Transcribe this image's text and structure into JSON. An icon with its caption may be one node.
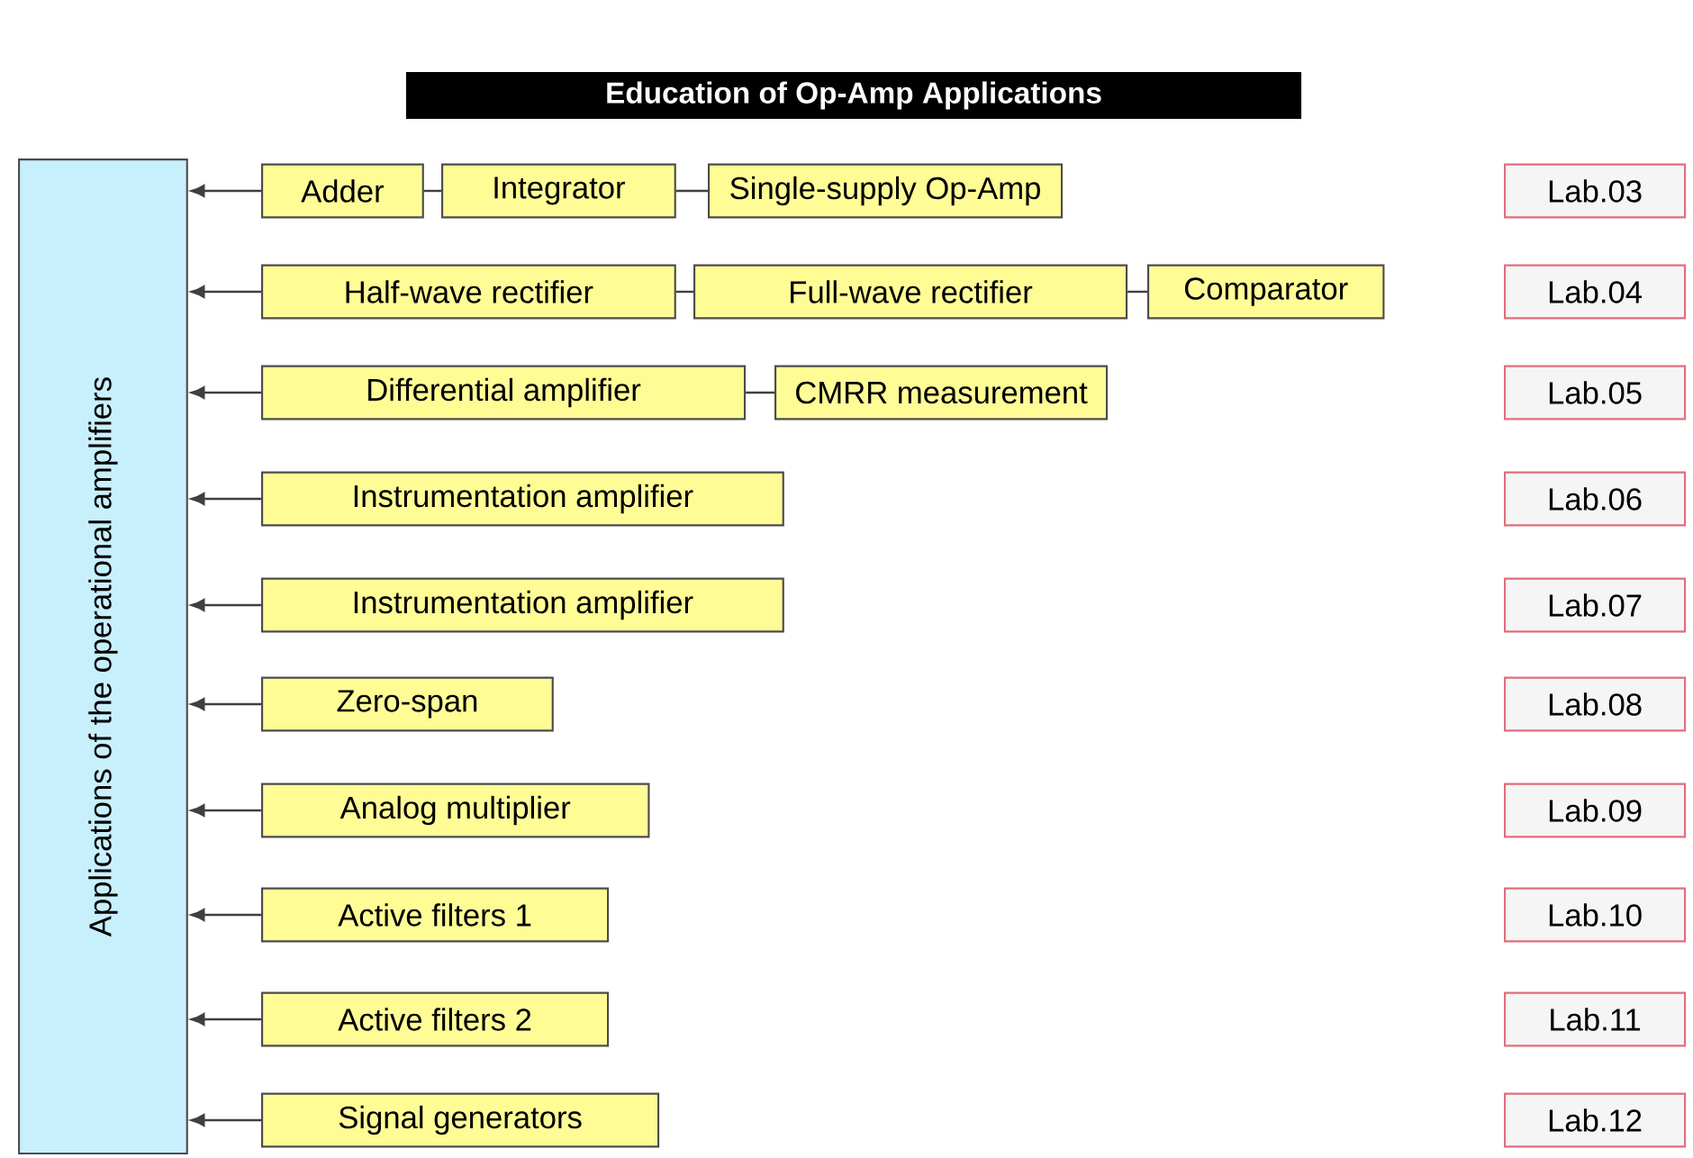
{
  "diagram": {
    "title": "Education of Op-Amp Applications",
    "nodes": [
      {
        "text": [
          "Applications of the operational amplifiers"
        ]
      },
      {
        "text": [
          "Adder"
        ]
      },
      {
        "text": [
          "Integrator"
        ]
      },
      {
        "text": [
          "Single-supply Op-Amp"
        ]
      },
      {
        "text": [
          "Lab.03"
        ]
      },
      {
        "text": [
          "Half-wave rectifier"
        ]
      },
      {
        "text": [
          "Full-wave rectifier"
        ]
      },
      {
        "text": [
          "Comparator"
        ]
      },
      {
        "text": [
          "Lab.04"
        ]
      },
      {
        "text": [
          "Differential amplifier"
        ]
      },
      {
        "text": [
          "CMRR measurement"
        ]
      },
      {
        "text": [
          "Lab.05"
        ]
      },
      {
        "text": [
          "Instrumentation amplifier"
        ]
      },
      {
        "text": [
          "Lab.06"
        ]
      },
      {
        "text": [
          "Instrumentation amplifier"
        ]
      },
      {
        "text": [
          "Lab.07"
        ]
      },
      {
        "text": [
          "Zero-span"
        ]
      },
      {
        "text": [
          "Lab.08"
        ]
      },
      {
        "text": [
          "Analog multiplier"
        ]
      },
      {
        "text": [
          "Lab.09"
        ]
      },
      {
        "text": [
          "Active filters 1"
        ]
      },
      {
        "text": [
          "Lab.10"
        ]
      },
      {
        "text": [
          "Active filters 2"
        ]
      },
      {
        "text": [
          "Lab.11"
        ]
      },
      {
        "text": [
          "Signal generators"
        ]
      },
      {
        "text": [
          "Lab.12"
        ]
      }
    ],
    "edges": [
      {
        "from": 1,
        "to": 0,
        "arrow": "to"
      },
      {
        "from": 1,
        "to": 2,
        "arrow": "none"
      },
      {
        "from": 2,
        "to": 3,
        "arrow": "none"
      },
      {
        "from": 5,
        "to": 0,
        "arrow": "to"
      },
      {
        "from": 5,
        "to": 6,
        "arrow": "none"
      },
      {
        "from": 6,
        "to": 7,
        "arrow": "none"
      },
      {
        "from": 9,
        "to": 0,
        "arrow": "to"
      },
      {
        "from": 9,
        "to": 10,
        "arrow": "none"
      },
      {
        "from": 12,
        "to": 0,
        "arrow": "to"
      },
      {
        "from": 14,
        "to": 0,
        "arrow": "to"
      },
      {
        "from": 16,
        "to": 0,
        "arrow": "to"
      },
      {
        "from": 18,
        "to": 0,
        "arrow": "to"
      },
      {
        "from": 20,
        "to": 0,
        "arrow": "to"
      },
      {
        "from": 22,
        "to": 0,
        "arrow": "to"
      },
      {
        "from": 24,
        "to": 0,
        "arrow": "to"
      }
    ]
  }
}
